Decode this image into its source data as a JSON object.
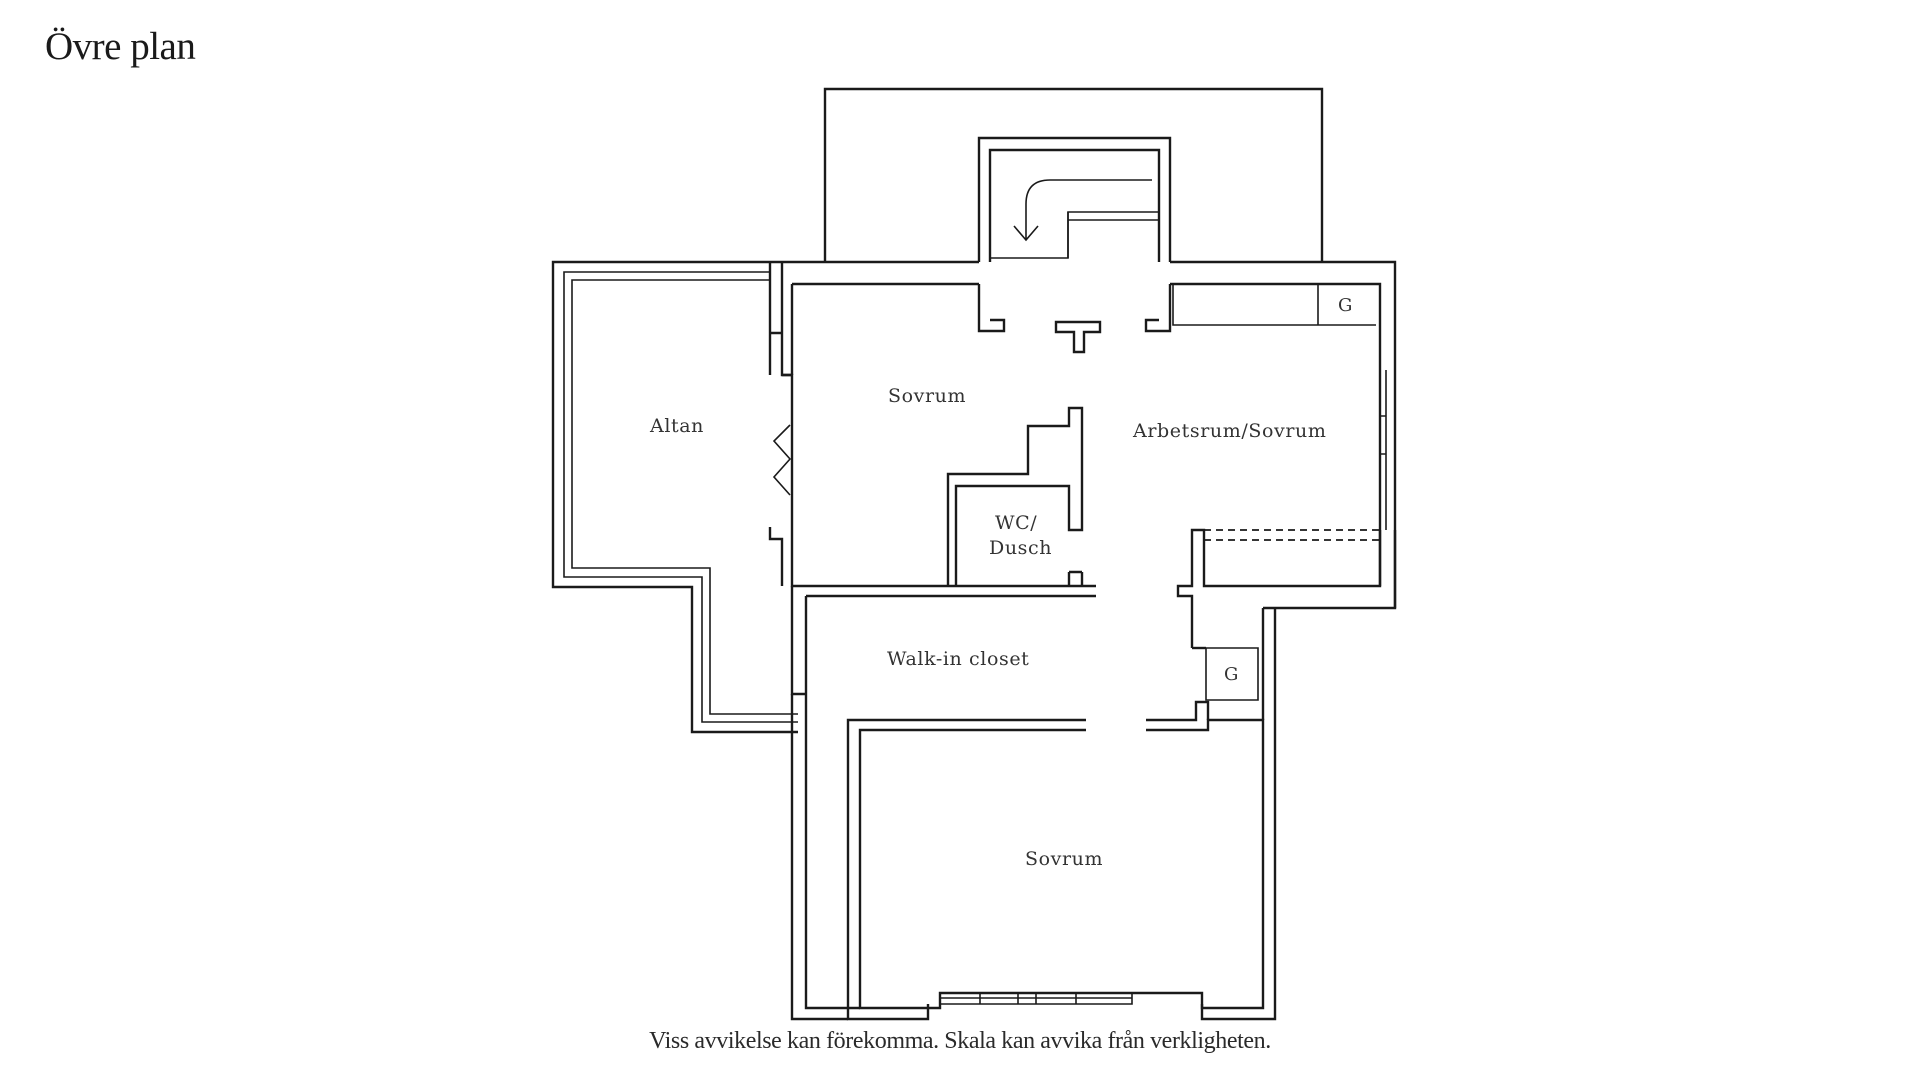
{
  "title": "Övre plan",
  "disclaimer": "Viss avvikelse kan förekomma. Skala kan avvika från verkligheten.",
  "rooms": {
    "altan": "Altan",
    "sovrum_top": "Sovrum",
    "arbetsrum": "Arbetsrum/Sovrum",
    "wc_line1": "WC/",
    "wc_line2": "Dusch",
    "walk_in": "Walk-in closet",
    "sovrum_bottom": "Sovrum"
  },
  "closets": {
    "g_top": "G",
    "g_mid": "G"
  }
}
